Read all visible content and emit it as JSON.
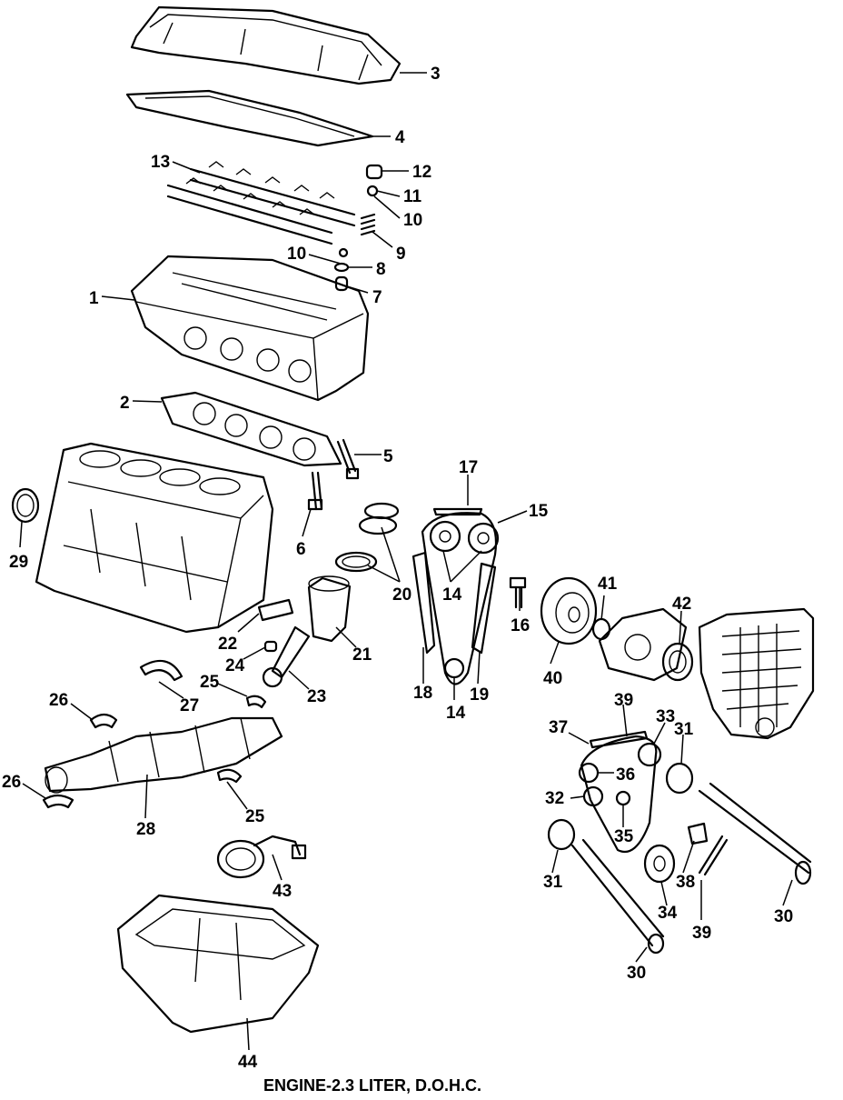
{
  "caption": "ENGINE-2.3 LITER, D.O.H.C.",
  "callouts": [
    "3",
    "4",
    "13",
    "12",
    "11",
    "10",
    "9",
    "10",
    "8",
    "7",
    "1",
    "2",
    "5",
    "17",
    "15",
    "29",
    "6",
    "20",
    "14",
    "16",
    "41",
    "42",
    "22",
    "21",
    "40",
    "24",
    "18",
    "14",
    "19",
    "25",
    "23",
    "27",
    "26",
    "39",
    "37",
    "33",
    "31",
    "36",
    "32",
    "35",
    "26",
    "28",
    "25",
    "38",
    "31",
    "30",
    "43",
    "34",
    "39",
    "30",
    "44"
  ]
}
